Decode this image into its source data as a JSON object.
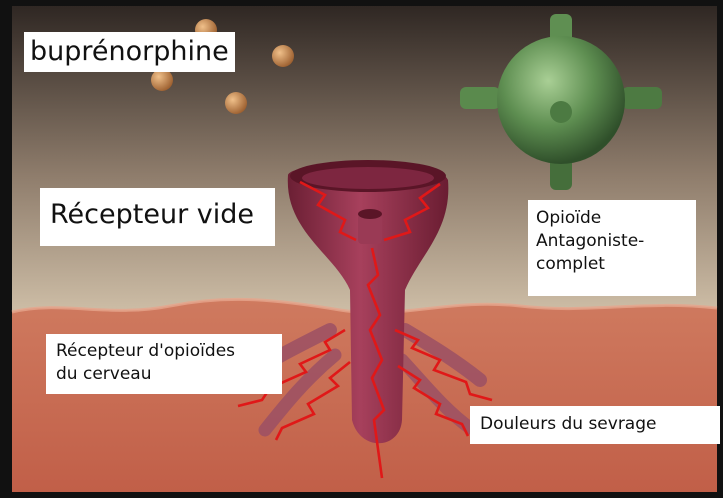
{
  "labels": {
    "buprenorphine": "buprénorphine",
    "empty_receptor": "Récepteur vide",
    "antagonist": [
      "Opioïde",
      "Antagoniste-",
      "complet"
    ],
    "brain_receptor": [
      "Récepteur d'opioïdes",
      "du cerveau"
    ],
    "withdrawal_pain": "Douleurs du sevrage"
  },
  "colors": {
    "frame": "#111111",
    "background_top": "#3b302b",
    "background_mid": "#c5b49e",
    "tissue": "#c86b52",
    "receptor": "#8a2f45",
    "receptor_highlight": "#a63c58",
    "lightning": "#e01818",
    "antagonist_sphere": "#5f8f52",
    "molecule_dot": "#c98a4e"
  }
}
